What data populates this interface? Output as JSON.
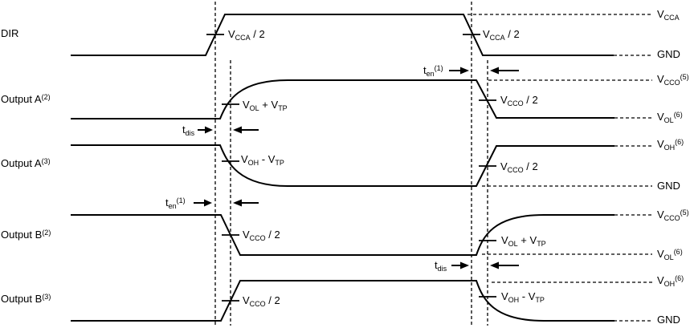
{
  "signals": [
    {
      "text": "DIR"
    },
    {
      "text": "Output A",
      "sup": "(2)"
    },
    {
      "text": "Output A",
      "sup": "(3)"
    },
    {
      "text": "Output B",
      "sup": "(2)"
    },
    {
      "text": "Output B",
      "sup": "(3)"
    }
  ],
  "levels": [
    {
      "a": "V",
      "b": "CCA"
    },
    {
      "a": "GND"
    },
    {
      "a": "V",
      "b": "CCO",
      "c": "(5)"
    },
    {
      "a": "V",
      "b": "OL",
      "c": "(6)"
    },
    {
      "a": "V",
      "b": "OH",
      "c": "(6)"
    },
    {
      "a": "GND"
    },
    {
      "a": "V",
      "b": "CCO",
      "c": "(5)"
    },
    {
      "a": "V",
      "b": "OL",
      "c": "(6)"
    },
    {
      "a": "V",
      "b": "OH",
      "c": "(6)"
    },
    {
      "a": "GND"
    }
  ],
  "thresholds": [
    {
      "a": "V",
      "b": "CCA",
      "c": " / 2"
    },
    {
      "a": "V",
      "b": "CCA",
      "c": " / 2"
    },
    {
      "a": "V",
      "b": "OL",
      "c": " + V",
      "d": "TP"
    },
    {
      "a": "V",
      "b": "OH",
      "c": " - V",
      "d": "TP"
    },
    {
      "a": "V",
      "b": "CCO",
      "c": " / 2"
    },
    {
      "a": "V",
      "b": "CCO",
      "c": " / 2"
    },
    {
      "a": "V",
      "b": "CCO",
      "c": " / 2"
    },
    {
      "a": "V",
      "b": "CCO",
      "c": " / 2"
    },
    {
      "a": "V",
      "b": "OL",
      "c": " + V",
      "d": "TP"
    },
    {
      "a": "V",
      "b": "OH",
      "c": " - V",
      "d": "TP"
    }
  ],
  "timing": [
    {
      "a": "t",
      "b": "dis"
    },
    {
      "a": "t",
      "b": "en",
      "c": "(1)"
    },
    {
      "a": "t",
      "b": "en",
      "c": "(1)"
    },
    {
      "a": "t",
      "b": "dis"
    }
  ],
  "colors": {
    "line": "#000000",
    "background": "#ffffff"
  }
}
